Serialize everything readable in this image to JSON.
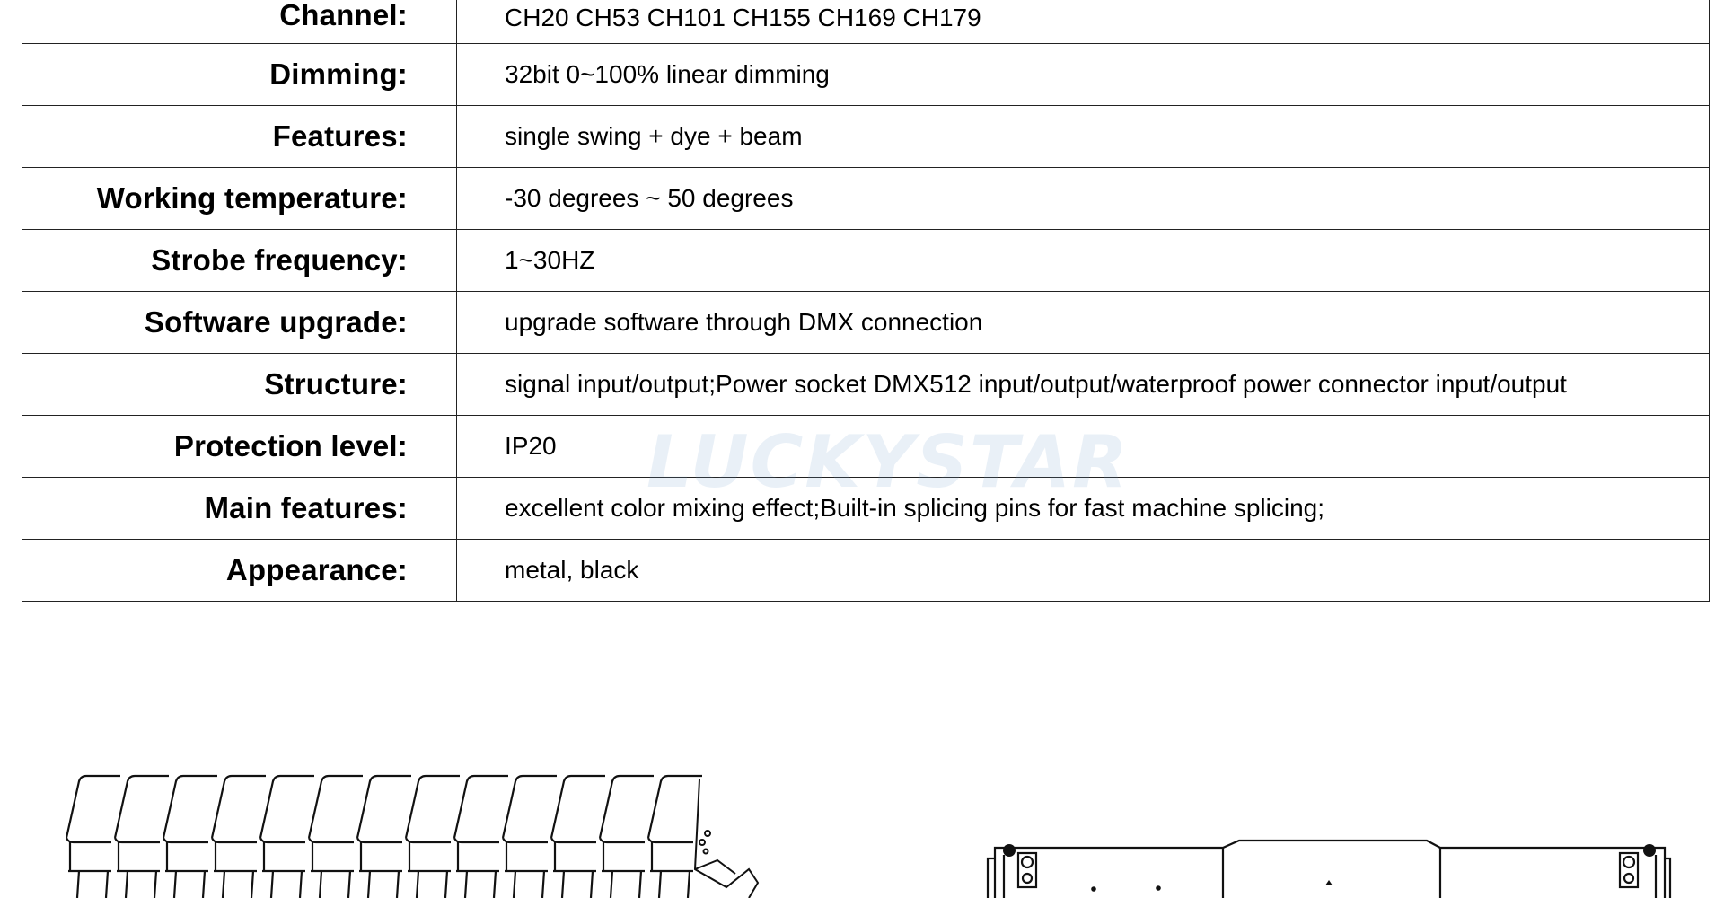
{
  "specs": [
    {
      "label": "Channel:",
      "value": "CH20 CH53 CH101 CH155 CH169 CH179"
    },
    {
      "label": "Dimming:",
      "value": "32bit 0~100% linear dimming"
    },
    {
      "label": "Features:",
      "value": "single swing + dye + beam"
    },
    {
      "label": "Working temperature:",
      "value": "-30 degrees ~ 50 degrees"
    },
    {
      "label": "Strobe frequency:",
      "value": "1~30HZ"
    },
    {
      "label": "Software upgrade:",
      "value": "upgrade software through DMX connection"
    },
    {
      "label": "Structure:",
      "value": "signal input/output;Power socket DMX512 input/output/waterproof power connector input/output"
    },
    {
      "label": "Protection level:",
      "value": "IP20"
    },
    {
      "label": "Main features:",
      "value": "excellent color mixing effect;Built-in splicing pins for fast machine splicing;"
    },
    {
      "label": "Appearance:",
      "value": "metal, black"
    }
  ],
  "watermark": "LUCKYSTAR"
}
